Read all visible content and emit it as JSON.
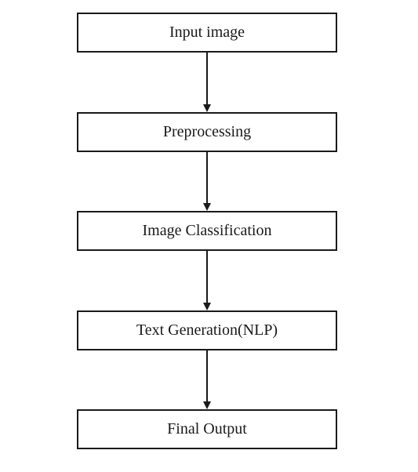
{
  "diagram": {
    "type": "flowchart",
    "direction": "top-to-bottom",
    "steps": [
      {
        "label": "Input image"
      },
      {
        "label": "Preprocessing"
      },
      {
        "label": "Image Classification"
      },
      {
        "label": "Text Generation(NLP)"
      },
      {
        "label": "Final Output"
      }
    ],
    "connectors": [
      {
        "from": "Input image",
        "to": "Preprocessing"
      },
      {
        "from": "Preprocessing",
        "to": "Image Classification"
      },
      {
        "from": "Image Classification",
        "to": "Text Generation(NLP)"
      },
      {
        "from": "Text Generation(NLP)",
        "to": "Final Output"
      }
    ],
    "colors": {
      "stroke": "#1a1a1a",
      "fill": "#ffffff"
    }
  }
}
